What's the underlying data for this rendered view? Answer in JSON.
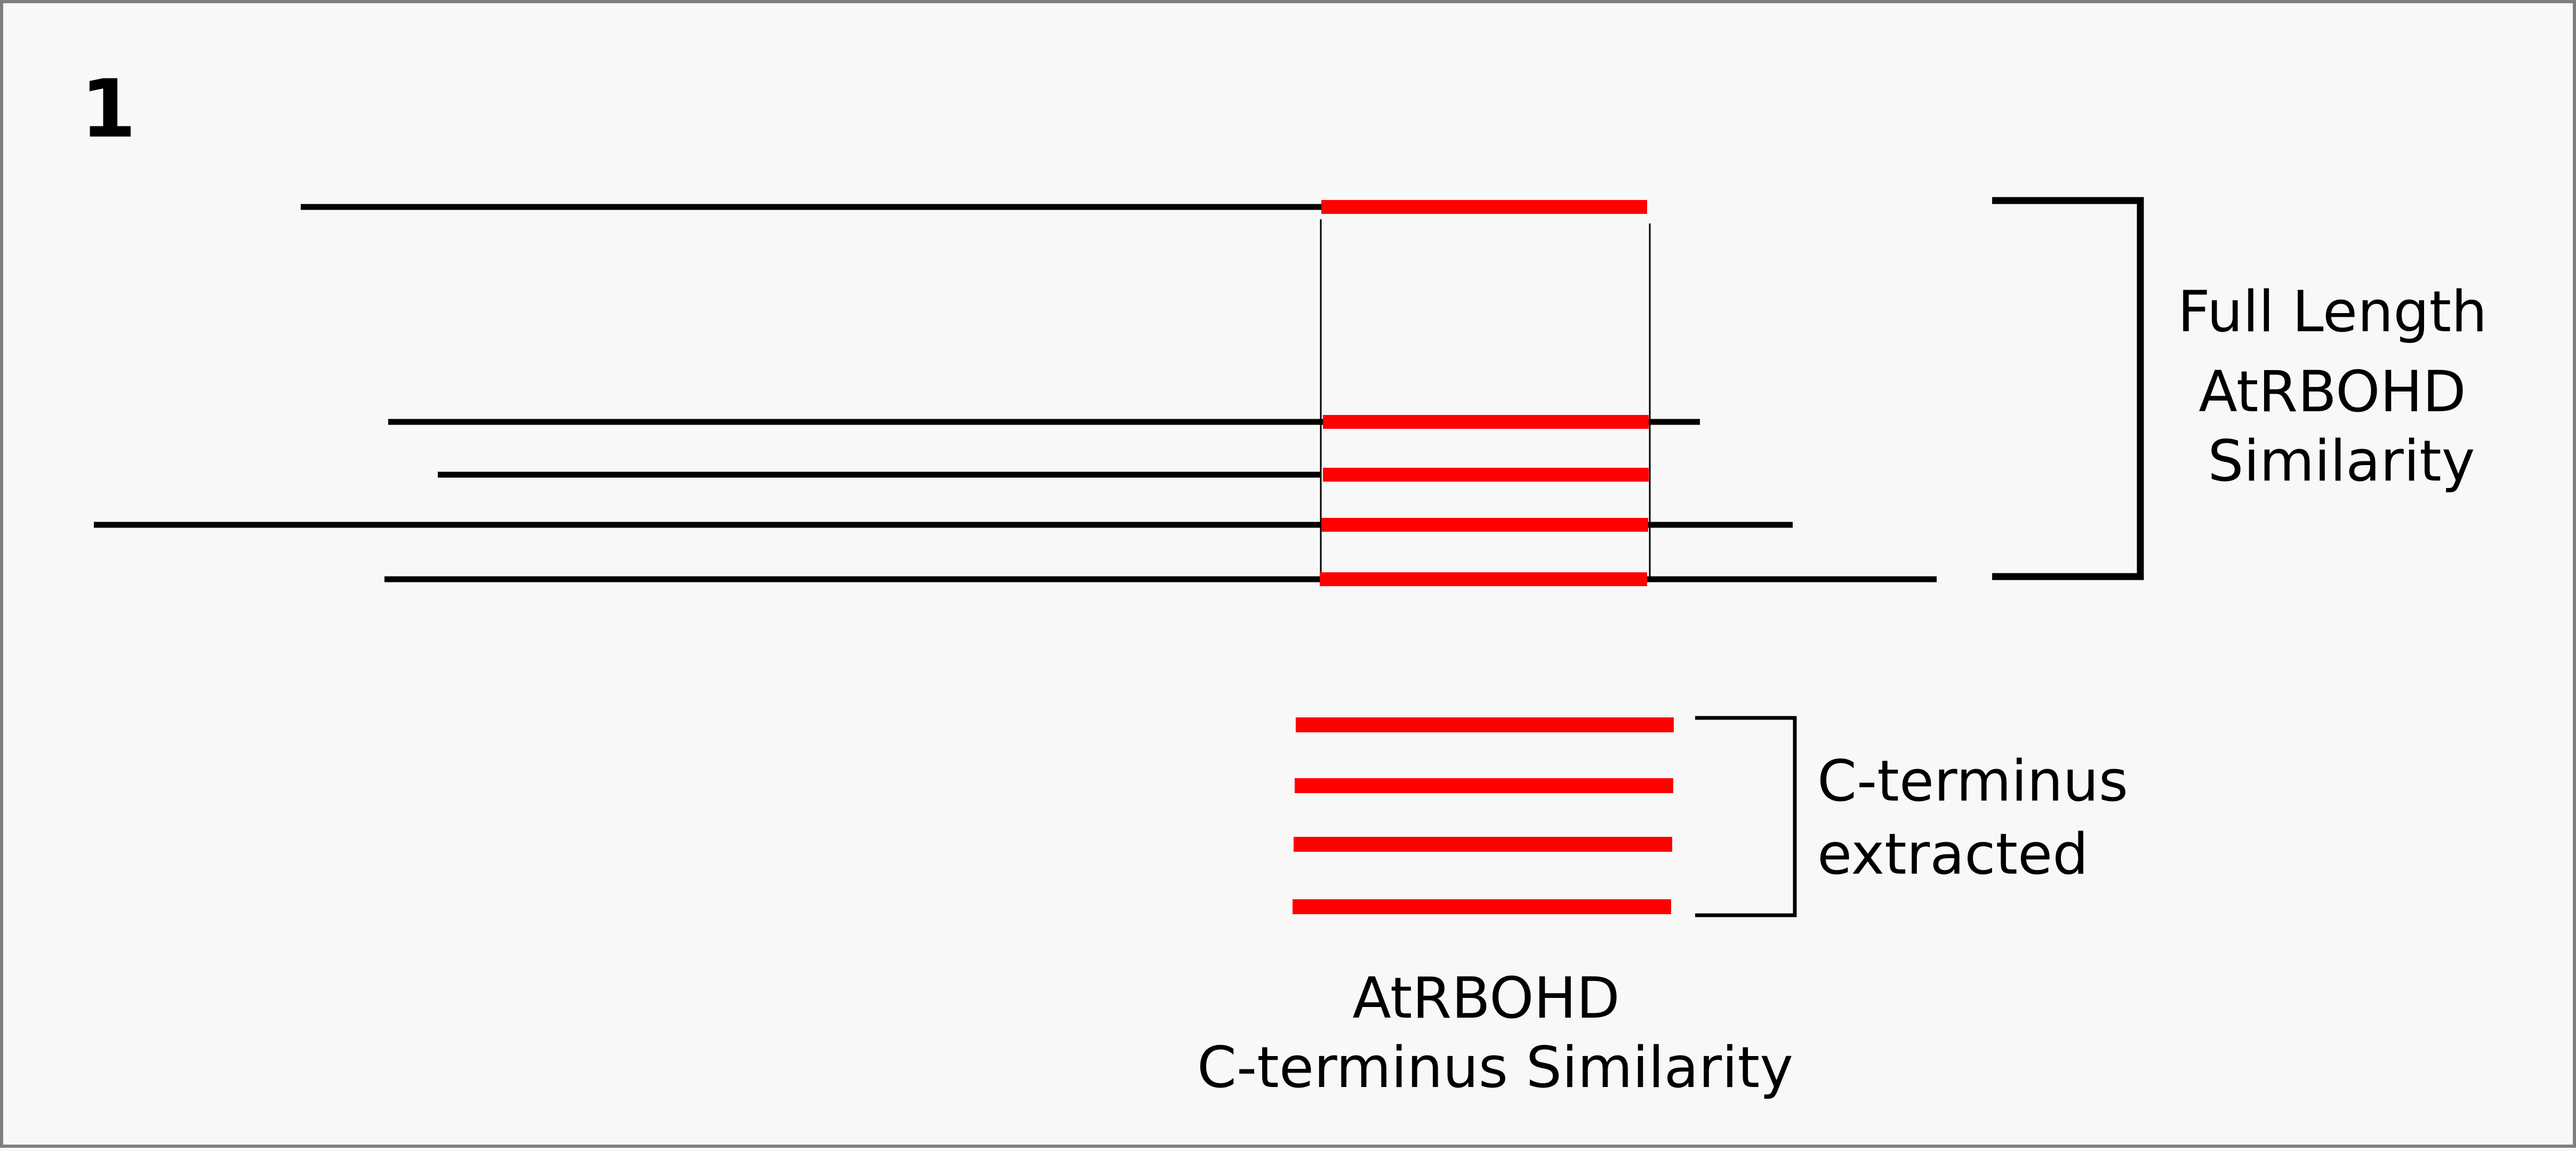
{
  "panel_label": "1",
  "full_length_label": {
    "line1": "Full Length",
    "line2": "AtRBOHD",
    "line3": "Similarity"
  },
  "extracted_label": {
    "line1": "C-terminus",
    "line2": "extracted"
  },
  "bottom_label": {
    "line1": "AtRBOHD",
    "line2": "C-terminus Similarity"
  },
  "colors": {
    "sequence_line": "#000000",
    "c_terminus": "#ff0000",
    "background": "#f8f8f8",
    "frame": "#7f7f7f"
  }
}
